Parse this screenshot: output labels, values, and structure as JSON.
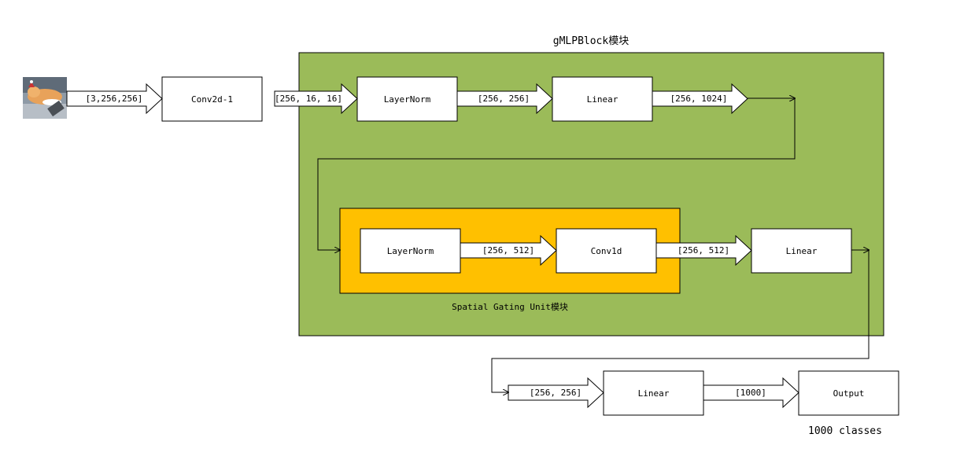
{
  "colors": {
    "gmlp_block_fill": "#9BBB59",
    "sgu_fill": "#FFC000",
    "node_fill": "#FFFFFF",
    "stroke": "#000000"
  },
  "input_image": {
    "icon": "cat-photo-thumbnail"
  },
  "groups": {
    "gmlp_block": {
      "title": "gMLPBlock模块"
    },
    "spatial_gating_unit": {
      "title": "Spatial Gating Unit模块"
    }
  },
  "nodes": {
    "conv2d": "Conv2d-1",
    "layernorm_1": "LayerNorm",
    "linear_1": "Linear",
    "layernorm_2": "LayerNorm",
    "conv1d": "Conv1d",
    "linear_2": "Linear",
    "linear_3": "Linear",
    "output": "Output"
  },
  "edges": {
    "input_to_conv2d": "[3,256,256]",
    "conv2d_to_layernorm": "[256,  16,  16]",
    "layernorm_to_linear": "[256,  256]",
    "linear_out": "[256,  1024]",
    "sgu_layernorm_to_conv1d": "[256,  512]",
    "conv1d_to_linear": "[256,  512]",
    "to_final_linear": "[256,  256]",
    "linear_to_output": "[1000]"
  },
  "output_caption": "1000 classes"
}
